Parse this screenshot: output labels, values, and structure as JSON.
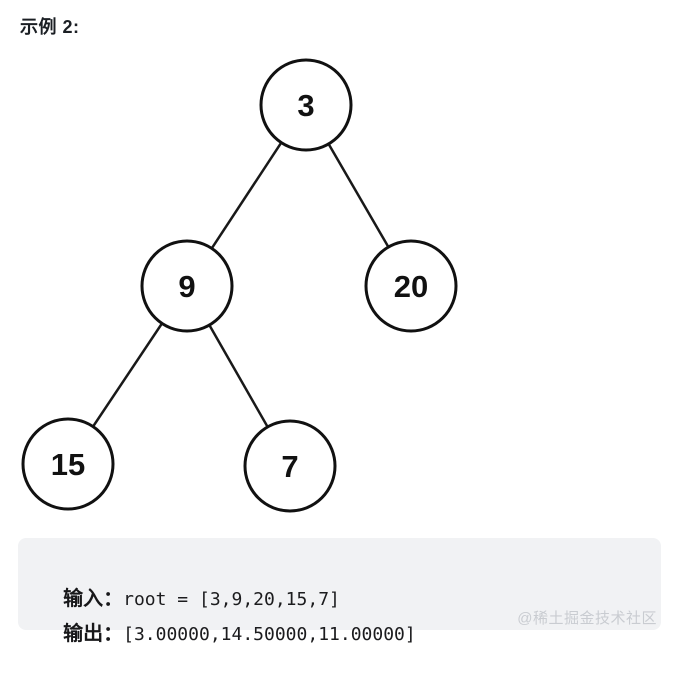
{
  "page": {
    "title": "示例 2:"
  },
  "tree": {
    "description": "binary-tree",
    "nodes": [
      {
        "value": "3"
      },
      {
        "value": "9"
      },
      {
        "value": "20"
      },
      {
        "value": "15"
      },
      {
        "value": "7"
      }
    ],
    "edges": [
      {
        "from": "3",
        "to": "9"
      },
      {
        "from": "3",
        "to": "20"
      },
      {
        "from": "9",
        "to": "15"
      },
      {
        "from": "9",
        "to": "7"
      }
    ]
  },
  "example_block": {
    "input_label": "输入：",
    "input_code": "root = [3,9,20,15,7]",
    "output_label": "输出：",
    "output_code": "[3.00000,14.50000,11.00000]"
  },
  "watermark": "@稀土掘金技术社区",
  "colors": {
    "background": "#ffffff",
    "ink": "#111111",
    "code_block_bg": "#f1f2f4",
    "code_text": "#1c1c1e",
    "watermark": "#c9ccd1"
  }
}
